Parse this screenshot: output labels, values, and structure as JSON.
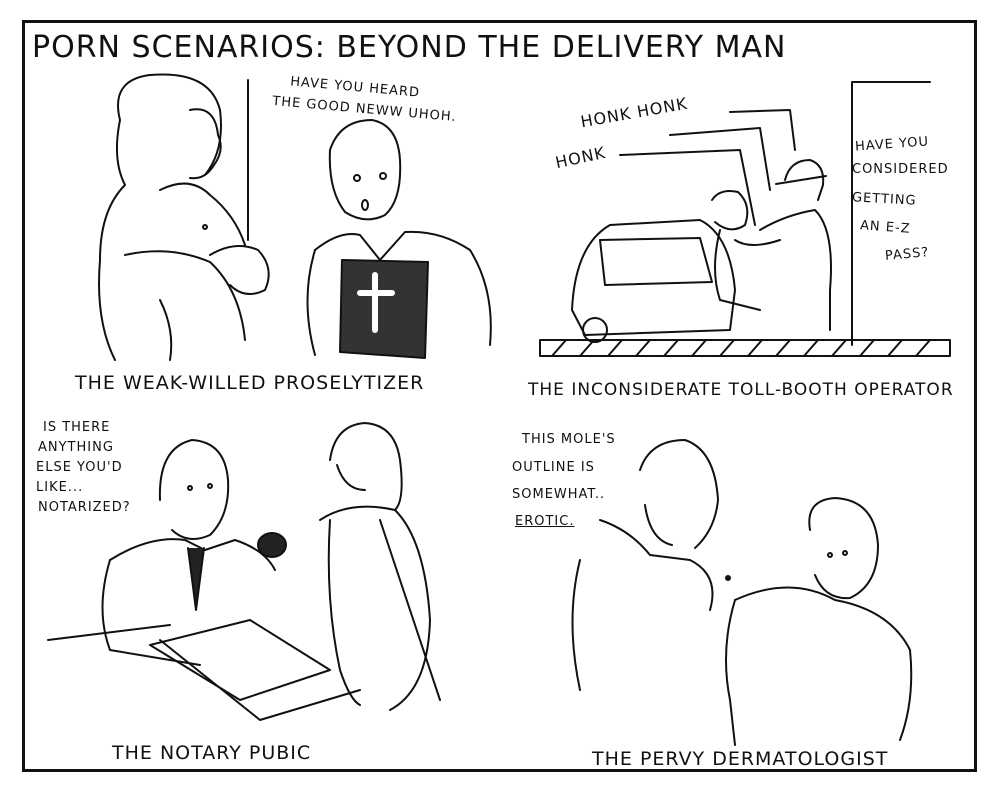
{
  "title": "PORN SCENARIOS: BEYOND THE DELIVERY MAN",
  "panels": [
    {
      "caption": "THE WEAK-WILLED PROSELYTIZER",
      "speech": [
        "HAVE YOU HEARD",
        "THE GOOD NEWW UHOH."
      ]
    },
    {
      "caption": "THE INCONSIDERATE TOLL-BOOTH OPERATOR",
      "sfx": [
        "HONK HONK",
        "HONK"
      ],
      "speech": [
        "HAVE YOU",
        "CONSIDERED",
        "GETTING",
        "AN E-Z",
        "PASS?"
      ]
    },
    {
      "caption": "THE NOTARY PUBIC",
      "speech": [
        "IS THERE",
        "ANYTHING",
        "ELSE YOU'D",
        "LIKE...",
        "NOTARIZED?"
      ]
    },
    {
      "caption": "THE PERVY DERMATOLOGIST",
      "speech": [
        "THIS MOLE'S",
        "OUTLINE IS",
        "SOMEWHAT..",
        "EROTIC."
      ]
    }
  ]
}
